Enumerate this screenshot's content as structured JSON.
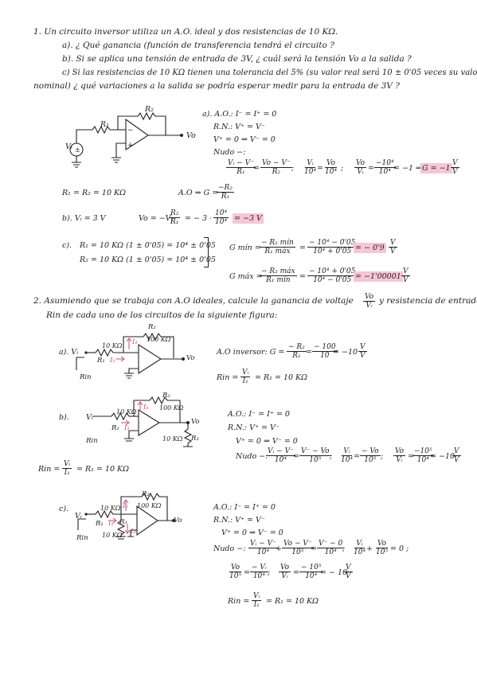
{
  "q1": {
    "line1": "1.  Un circuito inversor utiliza un A.O. ideal y dos resistencias de 10 KΩ.",
    "a": "a). ¿ Qué ganancia (función de transferencia tendrá el circuito ?",
    "b": "b). Si se aplica una tensión de entrada de 3V, ¿ cuál será la tensión Vo a la salida ?",
    "c1": "c) Si las resistencias de 10 KΩ tienen una tolerancia del 5% (su valor real será 10 ± 0'05 veces su valor",
    "c2": "nominal) ¿ qué variaciones a la salida se podría esperar medir para la entrada de 3V ?",
    "circuit": {
      "r2": "R₂",
      "r1": "R₁",
      "vi": "Vᵢ",
      "vo": "Vo",
      "minus": "−",
      "plus": "+"
    },
    "sol_a": {
      "l1": "a). A.O.:  I⁻ = I⁺ = 0",
      "l2": "R.N.:  V⁺ = V⁻",
      "l3": "V⁺ = 0     ⇒     V⁻ = 0",
      "l4": "Nudo −:",
      "f1n": "Vᵢ − V⁻",
      "f1d": "R₁",
      "eq1": "=",
      "f2n": "Vo − V⁻",
      "f2d": "R₂",
      "sep1": ";",
      "f3n": "Vᵢ",
      "f3d": "10⁴",
      "eq2": "=",
      "f3bn": "Vo",
      "f3bd": "10⁴",
      "sep2": ";",
      "f4n": "Vo",
      "f4d": "Vᵢ",
      "eq3": "=",
      "f4bn": "−10⁴",
      "f4bd": "10⁴",
      "res4": "= −1  ⇒",
      "gres": "G = −1",
      "gunit_n": "V",
      "gunit_d": "V"
    },
    "given": "R₁ = R₂ = 10 KΩ",
    "ao_g": "A.O ⇒ G = ",
    "ao_gn": "−R₂",
    "ao_gd": "R₁",
    "sol_b": {
      "label": "b).   Vᵢ = 3 V",
      "vo": "Vo = −Vᵢ",
      "fn": "R₂",
      "fd": "R₁",
      "mid": "= − 3 ·",
      "f2n": "10⁴",
      "f2d": "10⁴",
      "res": "= −3 V"
    },
    "sol_c": {
      "label": "c).",
      "r1": "R₁ = 10 KΩ (1 ± 0'05) = 10⁴ ± 0'05",
      "r2": "R₂ = 10 KΩ (1 ± 0'05) = 10⁴ ± 0'05",
      "gmin": "G mín =",
      "gmin_n": "− R₂ mín",
      "gmin_d": "R₁ máx",
      "gmin_eq": "=",
      "gmin_n2": "− 10⁴ − 0'05",
      "gmin_d2": "10⁴ + 0'05",
      "gmin_res": "= − 0'9",
      "gmax": "G máx =",
      "gmax_n": "− R₂ máx",
      "gmax_d": "R₁ mín",
      "gmax_eq": "=",
      "gmax_n2": "− 10⁴ + 0'05",
      "gmax_d2": "10⁴ − 0'05",
      "gmax_res": "= −1'00001",
      "unit_n": "V",
      "unit_d": "V"
    }
  },
  "q2": {
    "line1": "2.  Asumiendo que se trabaja con A.O ideales, calcule la ganancia de voltaje",
    "vo_n": "Vo",
    "vo_d": "Vᵢ",
    "line1b": "y resistencia de entrada",
    "line2": "Rin de cada uno de los circuitos de la siguiente figura:",
    "a": {
      "label": "a).  Vᵢ",
      "r1": "R₁",
      "r1v": "10 KΩ",
      "r2": "R₂",
      "r2v": "100 KΩ",
      "i1": "I₁",
      "i1b": "I₁",
      "vo": "Vo",
      "rin": "Rin",
      "sol1": "A.O inversor:  G = ",
      "gn": "− R₂",
      "gd": "R₁",
      "g2": "= ",
      "gn2": "− 100",
      "gd2": "10",
      "gres": "= −10",
      "un": "V",
      "ud": "V",
      "rin_l": "Rin = ",
      "rin_n": "Vᵢ",
      "rin_d": "I₁",
      "rin_res": "= R₁ = 10 KΩ"
    },
    "b": {
      "label": "b).",
      "vi": "Vᵢ",
      "r1": "R₁",
      "r1v": "10 KΩ",
      "r2": "R₂",
      "r2v": "100 KΩ",
      "r3": "R₃",
      "r3v": "10 KΩ",
      "i1": "I₁",
      "i1b": "I₁",
      "vo": "Vo",
      "rin": "Rin",
      "l1": "A.O.:  I⁻ = I⁺ = 0",
      "l2": "R.N.:  V⁺ = V⁻",
      "l3": "V⁺ = 0     ⇒     V⁻ = 0",
      "l4": "Nudo −:",
      "f1n": "Vᵢ − V⁻",
      "f1d": "10⁴",
      "eq1": "=",
      "f2n": "V⁻ − Vo",
      "f2d": "10⁵",
      "sep1": ";",
      "f3n": "Vᵢ",
      "f3d": "10⁴",
      "eq2": "=",
      "f3bn": "− Vo",
      "f3bd": "10⁵",
      "sep2": ";",
      "f4n": "Vo",
      "f4d": "Vᵢ",
      "eq3": "=",
      "f4bn": "−10⁵",
      "f4bd": "10⁴",
      "res": "= −10",
      "un": "V",
      "ud": "V",
      "rin_l": "Rin = ",
      "rin_n": "Vᵢ",
      "rin_d": "I₁",
      "rin_res": "= R₁ = 10 KΩ"
    },
    "c": {
      "label": "c).",
      "vi": "Vᵢ",
      "r1": "R₁",
      "r1v": "10 KΩ",
      "r2": "R₂",
      "r2v": "100 KΩ",
      "r3": "R₃",
      "r3v": "10 KΩ",
      "i1": "I₁",
      "i2": "I₂",
      "i3": "I₃",
      "vo": "Vo",
      "rin": "Rin",
      "l1": "A.O.:  I⁻ = I⁺ = 0",
      "l2": "R.N.:  V⁺ = V⁻",
      "l3": "V⁺ = 0    ⇒  V⁻ = 0",
      "l4": "Nudo −:",
      "f1n": "Vᵢ − V⁻",
      "f1d": "10⁴",
      "p1": "+",
      "f2n": "Vo − V⁻",
      "f2d": "10⁵",
      "eq1": "=",
      "f3n": "V⁻ − 0",
      "f3d": "10⁴",
      "sep1": ";",
      "f4n": "Vᵢ",
      "f4d": "10⁴",
      "p2": "+",
      "f5n": "Vo",
      "f5d": "10⁵",
      "res1": "= 0 ;",
      "f6n": "Vo",
      "f6d": "10⁵",
      "eq2": "=",
      "f6bn": "− Vᵢ",
      "f6bd": "10⁴",
      "sep2": ";",
      "f7n": "Vo",
      "f7d": "Vᵢ",
      "eq3": "=",
      "f7bn": "− 10⁵",
      "f7bd": "10⁴",
      "res2": "= − 10",
      "un": "V",
      "ud": "V",
      "rin_l": "Rin = ",
      "rin_n": "Vᵢ",
      "rin_d": "I₁",
      "rin_res": "= R₁ = 10 KΩ"
    }
  }
}
